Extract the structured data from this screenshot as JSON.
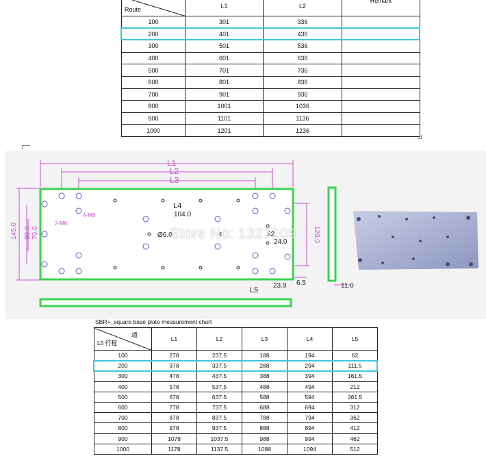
{
  "table1": {
    "headers": [
      "Route",
      "L1",
      "L2",
      "Remark"
    ],
    "rows": [
      [
        "100",
        "301",
        "336",
        ""
      ],
      [
        "200",
        "401",
        "436",
        ""
      ],
      [
        "300",
        "501",
        "536",
        ""
      ],
      [
        "400",
        "601",
        "636",
        ""
      ],
      [
        "500",
        "701",
        "736",
        ""
      ],
      [
        "600",
        "801",
        "836",
        ""
      ],
      [
        "700",
        "901",
        "936",
        ""
      ],
      [
        "800",
        "1001",
        "1036",
        ""
      ],
      [
        "900",
        "1101",
        "1136",
        ""
      ],
      [
        "1000",
        "1201",
        "1236",
        ""
      ]
    ],
    "highlighted_row": "200"
  },
  "drawing": {
    "dims": {
      "l1": "L1",
      "l2": "L2",
      "l3": "L3",
      "l4": "L4",
      "l5": "L5",
      "d104": "104.0",
      "d6": "Ø6.0",
      "d24": "24.0",
      "d23_9": "23.9",
      "d6_5": "6.5",
      "d11": "11.0",
      "d145": "145.0",
      "d98": "98.0",
      "d70": "70.0",
      "d120": "120.0",
      "d62": "62",
      "m6": "2-M6",
      "m8": "4-M8"
    },
    "accent_color": "#39d353",
    "dim_color": "#c94fd0"
  },
  "watermark": "Store No: 1327109",
  "table2": {
    "title": "SBR+_square base plate measurement chart",
    "corner_top": "项",
    "corner_bottom": "L5 行程",
    "headers": [
      "L1",
      "L2",
      "L3",
      "L4",
      "L5"
    ],
    "rows": [
      [
        "100",
        "278",
        "237.5",
        "188",
        "194",
        "62"
      ],
      [
        "200",
        "378",
        "337.5",
        "288",
        "294",
        "111.5"
      ],
      [
        "300",
        "478",
        "437.5",
        "388",
        "394",
        "161.5"
      ],
      [
        "400",
        "578",
        "537.5",
        "488",
        "494",
        "212"
      ],
      [
        "500",
        "678",
        "637.5",
        "588",
        "594",
        "261.5"
      ],
      [
        "600",
        "778",
        "737.5",
        "688",
        "694",
        "312"
      ],
      [
        "700",
        "878",
        "837.5",
        "788",
        "794",
        "362"
      ],
      [
        "800",
        "978",
        "937.5",
        "888",
        "894",
        "412"
      ],
      [
        "900",
        "1078",
        "1037.5",
        "988",
        "994",
        "462"
      ],
      [
        "1000",
        "1178",
        "1137.5",
        "1088",
        "1094",
        "512"
      ]
    ],
    "highlighted_row": "200"
  },
  "colors": {
    "highlight": "#3fc6d8"
  }
}
